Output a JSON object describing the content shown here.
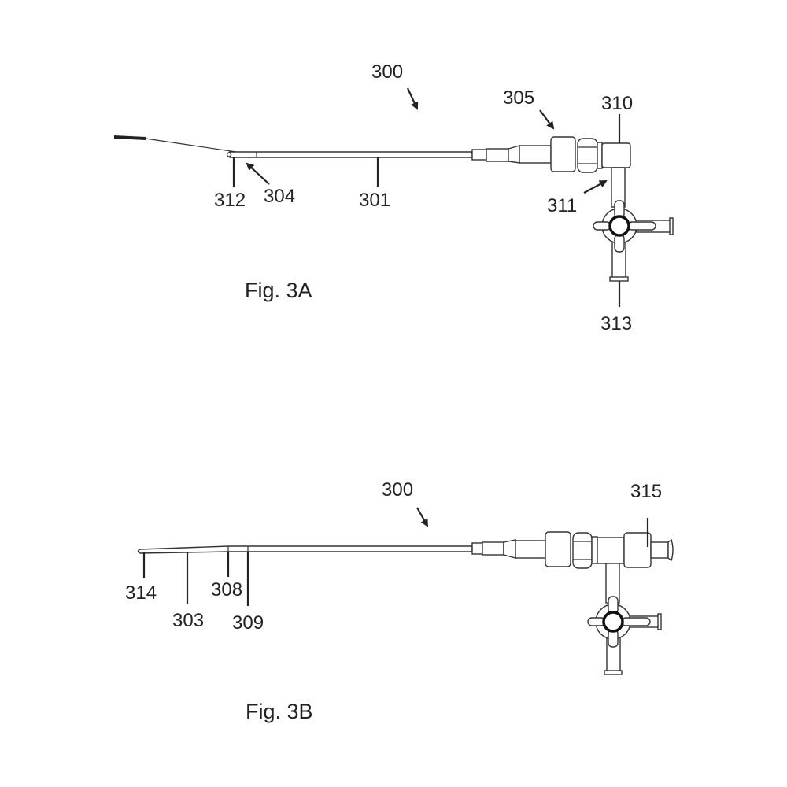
{
  "fig3a": {
    "caption": "Fig. 3A",
    "labels": {
      "device": "300",
      "hub_connector": "305",
      "hub": "310",
      "side_arm": "311",
      "tip": "312",
      "tip_marker": "304",
      "shaft": "301",
      "stopcock": "313"
    }
  },
  "fig3b": {
    "caption": "Fig. 3B",
    "labels": {
      "device": "300",
      "port": "315",
      "tip": "314",
      "distal_segment": "303",
      "marker_a": "308",
      "marker_b": "309"
    }
  },
  "colors": {
    "line": "#222222",
    "background": "#ffffff"
  }
}
